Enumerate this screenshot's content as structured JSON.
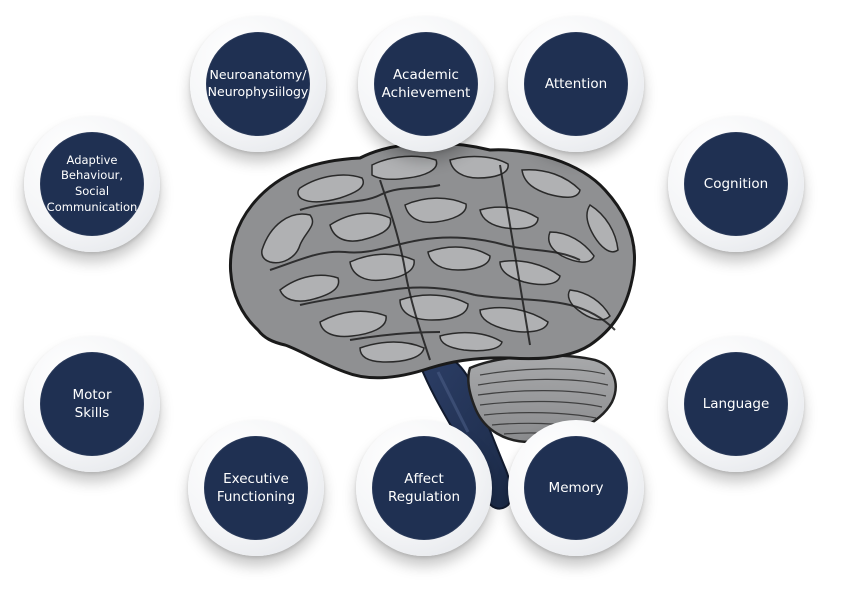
{
  "nodes": [
    {
      "id": "neuroanatomy",
      "lines": [
        "Neuroanatomy/",
        "Neurophysiilogy"
      ]
    },
    {
      "id": "academic",
      "lines": [
        "Academic",
        "Achievement"
      ]
    },
    {
      "id": "attention",
      "lines": [
        "Attention"
      ]
    },
    {
      "id": "adaptive",
      "lines": [
        "Adaptive",
        "Behaviour, Social",
        "Communication"
      ]
    },
    {
      "id": "cognition",
      "lines": [
        "Cognition"
      ]
    },
    {
      "id": "motor",
      "lines": [
        "Motor",
        "Skills"
      ]
    },
    {
      "id": "language",
      "lines": [
        "Language"
      ]
    },
    {
      "id": "executive",
      "lines": [
        "Executive",
        "Functioning"
      ]
    },
    {
      "id": "affect",
      "lines": [
        "Affect",
        "Regulation"
      ]
    },
    {
      "id": "memory",
      "lines": [
        "Memory"
      ]
    }
  ],
  "colors": {
    "node_fill": "#1f3052",
    "brain_gray": "#8e8f91",
    "brain_light": "#a9aaac",
    "brainstem_blue": "#2d3f66"
  }
}
